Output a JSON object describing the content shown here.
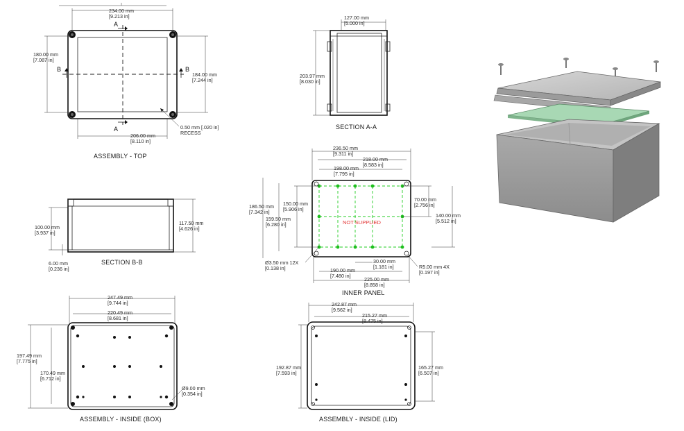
{
  "top_view": {
    "caption": "ASSEMBLY - TOP",
    "width_dim": [
      "234.00 mm",
      "[9.213 in]"
    ],
    "height_dim": [
      "180.00 mm",
      "[7.087 in]"
    ],
    "right_dim": [
      "184.00 mm",
      "[7.244 in]"
    ],
    "bottom_dim": [
      "206.00 mm",
      "[8.110 in]"
    ],
    "recess_dim": [
      "0.50 mm [.020 in]",
      "RECESS"
    ],
    "section_a": "A",
    "section_b": "B"
  },
  "section_aa": {
    "caption": "SECTION A-A",
    "width_dim": [
      "127.00 mm",
      "[5.000 in]"
    ],
    "height_dim": [
      "203.97 mm",
      "[8.030 in]"
    ]
  },
  "section_bb": {
    "caption": "SECTION B-B",
    "left_dim": [
      "100.00 mm",
      "[3.937 in]"
    ],
    "right_dim": [
      "117.50 mm",
      "[4.626 in]"
    ],
    "bottom_dim": [
      "6.00 mm",
      "[0.236 in]"
    ]
  },
  "inner_panel": {
    "caption": "INNER PANEL",
    "note": "NOT SUPPLIED",
    "dims": {
      "d1": [
        "236.50 mm",
        "[9.311 in]"
      ],
      "d2": [
        "218.00 mm",
        "[8.583 in]"
      ],
      "d3": [
        "198.00 mm",
        "[7.795 in]"
      ],
      "d4": [
        "186.50 mm",
        "[7.342 in]"
      ],
      "d5": [
        "150.00 mm",
        "[5.906 in]"
      ],
      "d6": [
        "159.50 mm",
        "[6.280 in]"
      ],
      "d7": [
        "70.00 mm",
        "[2.756 in]"
      ],
      "d8": [
        "140.00 mm",
        "[5.512 in]"
      ],
      "d9": [
        "30.00 mm",
        "[1.181 in]"
      ],
      "d10": [
        "190.00 mm",
        "[7.480 in]"
      ],
      "d11": [
        "225.00 mm",
        "[8.858 in]"
      ],
      "d12": [
        "Ø3.50 mm 12X",
        "[0.138 in]"
      ],
      "d13": [
        "R5.00 mm 4X",
        "[0.197 in]"
      ]
    }
  },
  "inside_box": {
    "caption": "ASSEMBLY - INSIDE (BOX)",
    "d1": [
      "247.49 mm",
      "[9.744 in]"
    ],
    "d2": [
      "220.49 mm",
      "[8.681 in]"
    ],
    "d3": [
      "197.49 mm",
      "[7.775 in]"
    ],
    "d4": [
      "170.49 mm",
      "[6.712 in]"
    ],
    "d5": [
      "Ø9.00 mm",
      "[0.354 in]"
    ]
  },
  "inside_lid": {
    "caption": "ASSEMBLY - INSIDE (LID)",
    "d1": [
      "242.87 mm",
      "[9.562 in]"
    ],
    "d2": [
      "215.27 mm",
      "[8.475 in]"
    ],
    "d3": [
      "192.87 mm",
      "[7.593 in]"
    ],
    "d4": [
      "165.27 mm",
      "[6.507 in]"
    ]
  },
  "colors": {
    "panel_green": "#22cc22",
    "note_red": "#e23333",
    "box_grey": "#9a9a9a"
  }
}
